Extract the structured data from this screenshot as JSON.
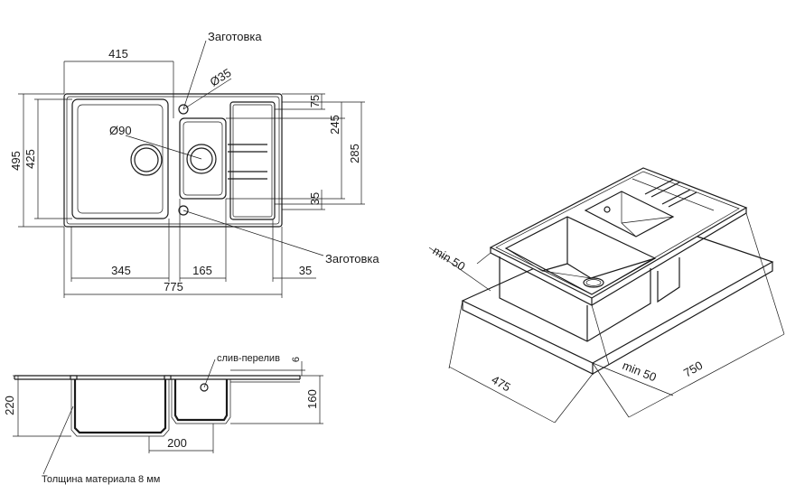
{
  "top_view": {
    "zagotovka_top": "Заготовка",
    "zagotovka_bottom": "Заготовка",
    "dim_415": "415",
    "dim_d35": "Ø35",
    "dim_d90": "Ø90",
    "dim_75": "75",
    "dim_245": "245",
    "dim_285": "285",
    "dim_35_right": "35",
    "dim_495": "495",
    "dim_425": "425",
    "dim_345": "345",
    "dim_165": "165",
    "dim_35_bottom": "35",
    "dim_775": "775"
  },
  "section_view": {
    "drain_overflow": "слив-перелив",
    "dim_6": "6",
    "dim_220": "220",
    "dim_160": "160",
    "dim_200": "200",
    "thickness_note": "Толщина материала 8 мм"
  },
  "iso_view": {
    "min50_top": "min 50",
    "min50_right": "min 50",
    "dim_475": "475",
    "dim_750": "750"
  }
}
